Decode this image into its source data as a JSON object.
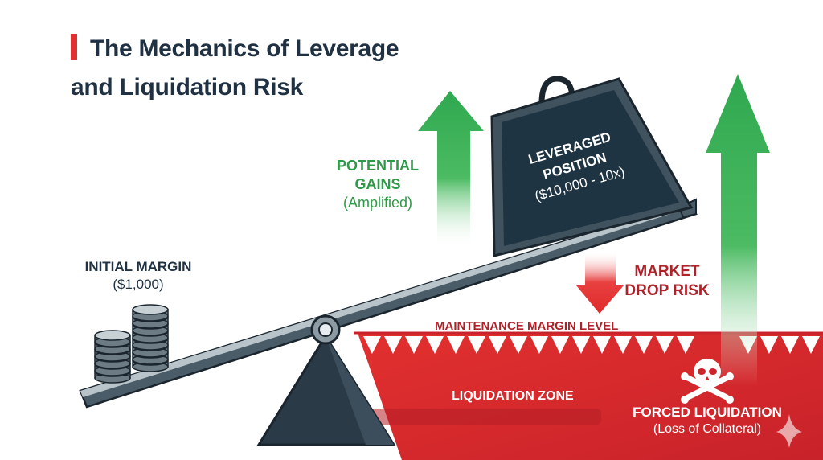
{
  "title": {
    "line1": "The Mechanics of Leverage",
    "line2": "and Liquidation Risk"
  },
  "initial_margin": {
    "label": "INITIAL MARGIN",
    "value": "($1,000)"
  },
  "potential_gains": {
    "line1": "POTENTIAL",
    "line2": "GAINS",
    "note": "(Amplified)"
  },
  "leveraged_position": {
    "line1": "LEVERAGED",
    "line2": "POSITION",
    "value": "($10,000 - 10x)"
  },
  "market_drop": {
    "line1": "MARKET",
    "line2": "DROP RISK"
  },
  "maintenance_margin": "MAINTENANCE MARGIN LEVEL",
  "liquidation_zone": "LIQUIDATION ZONE",
  "forced_liquidation": {
    "label": "FORCED LIQUIDATION",
    "note": "(Loss of Collateral)"
  },
  "icons": [
    "skull-crossbones-icon",
    "up-arrow-icon",
    "down-arrow-icon",
    "coin-stack-icon",
    "weight-icon",
    "sparkle-icon"
  ],
  "colors": {
    "title": "#1f3142",
    "accent_red": "#d9262b",
    "gain_green": "#2e9a48",
    "weight_dark": "#1f3442",
    "drop_text": "#b0222a"
  }
}
